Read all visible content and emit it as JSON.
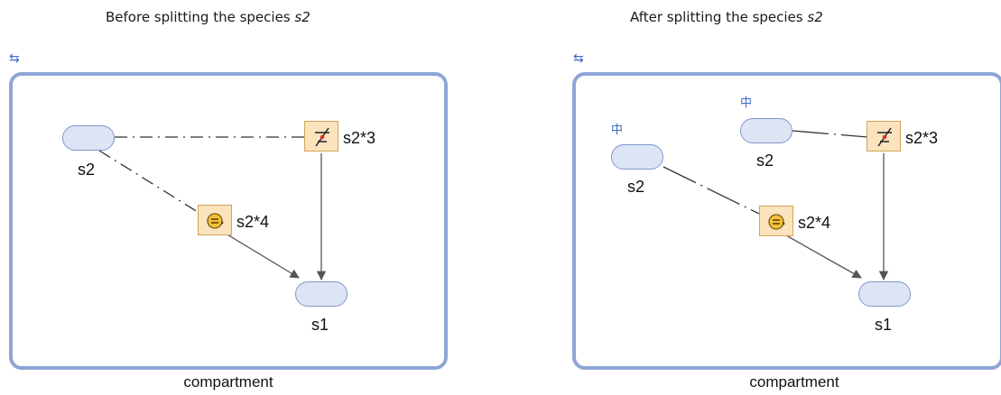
{
  "panels": [
    {
      "caption_prefix": "Before splitting the species ",
      "caption_species": "s2",
      "compartment_label": "compartment",
      "species": [
        {
          "label": "s2",
          "split": false
        },
        {
          "label": "s1",
          "split": false
        }
      ],
      "reactions": [
        {
          "label": "s2*3",
          "kind": "forward"
        },
        {
          "label": "s2*4",
          "kind": "rule"
        }
      ]
    },
    {
      "caption_prefix": "After splitting the species ",
      "caption_species": "s2",
      "compartment_label": "compartment",
      "species": [
        {
          "label": "s2",
          "split": true
        },
        {
          "label": "s2",
          "split": true
        },
        {
          "label": "s1",
          "split": false
        }
      ],
      "reactions": [
        {
          "label": "s2*3",
          "kind": "forward"
        },
        {
          "label": "s2*4",
          "kind": "rule"
        }
      ]
    }
  ],
  "icons": {
    "collapse": "collapse-icon",
    "split_marker": "split-marker-icon",
    "forward_reaction": "reaction-arrow-icon",
    "rule_reaction": "rule-icon"
  },
  "colors": {
    "compartment_border": "#8ea5d6",
    "species_fill": "#dde5f4",
    "species_border": "#7f97cf",
    "reaction_fill": "#fbe3be",
    "reaction_border": "#d3a45a",
    "accent_blue": "#3d6bc4"
  }
}
